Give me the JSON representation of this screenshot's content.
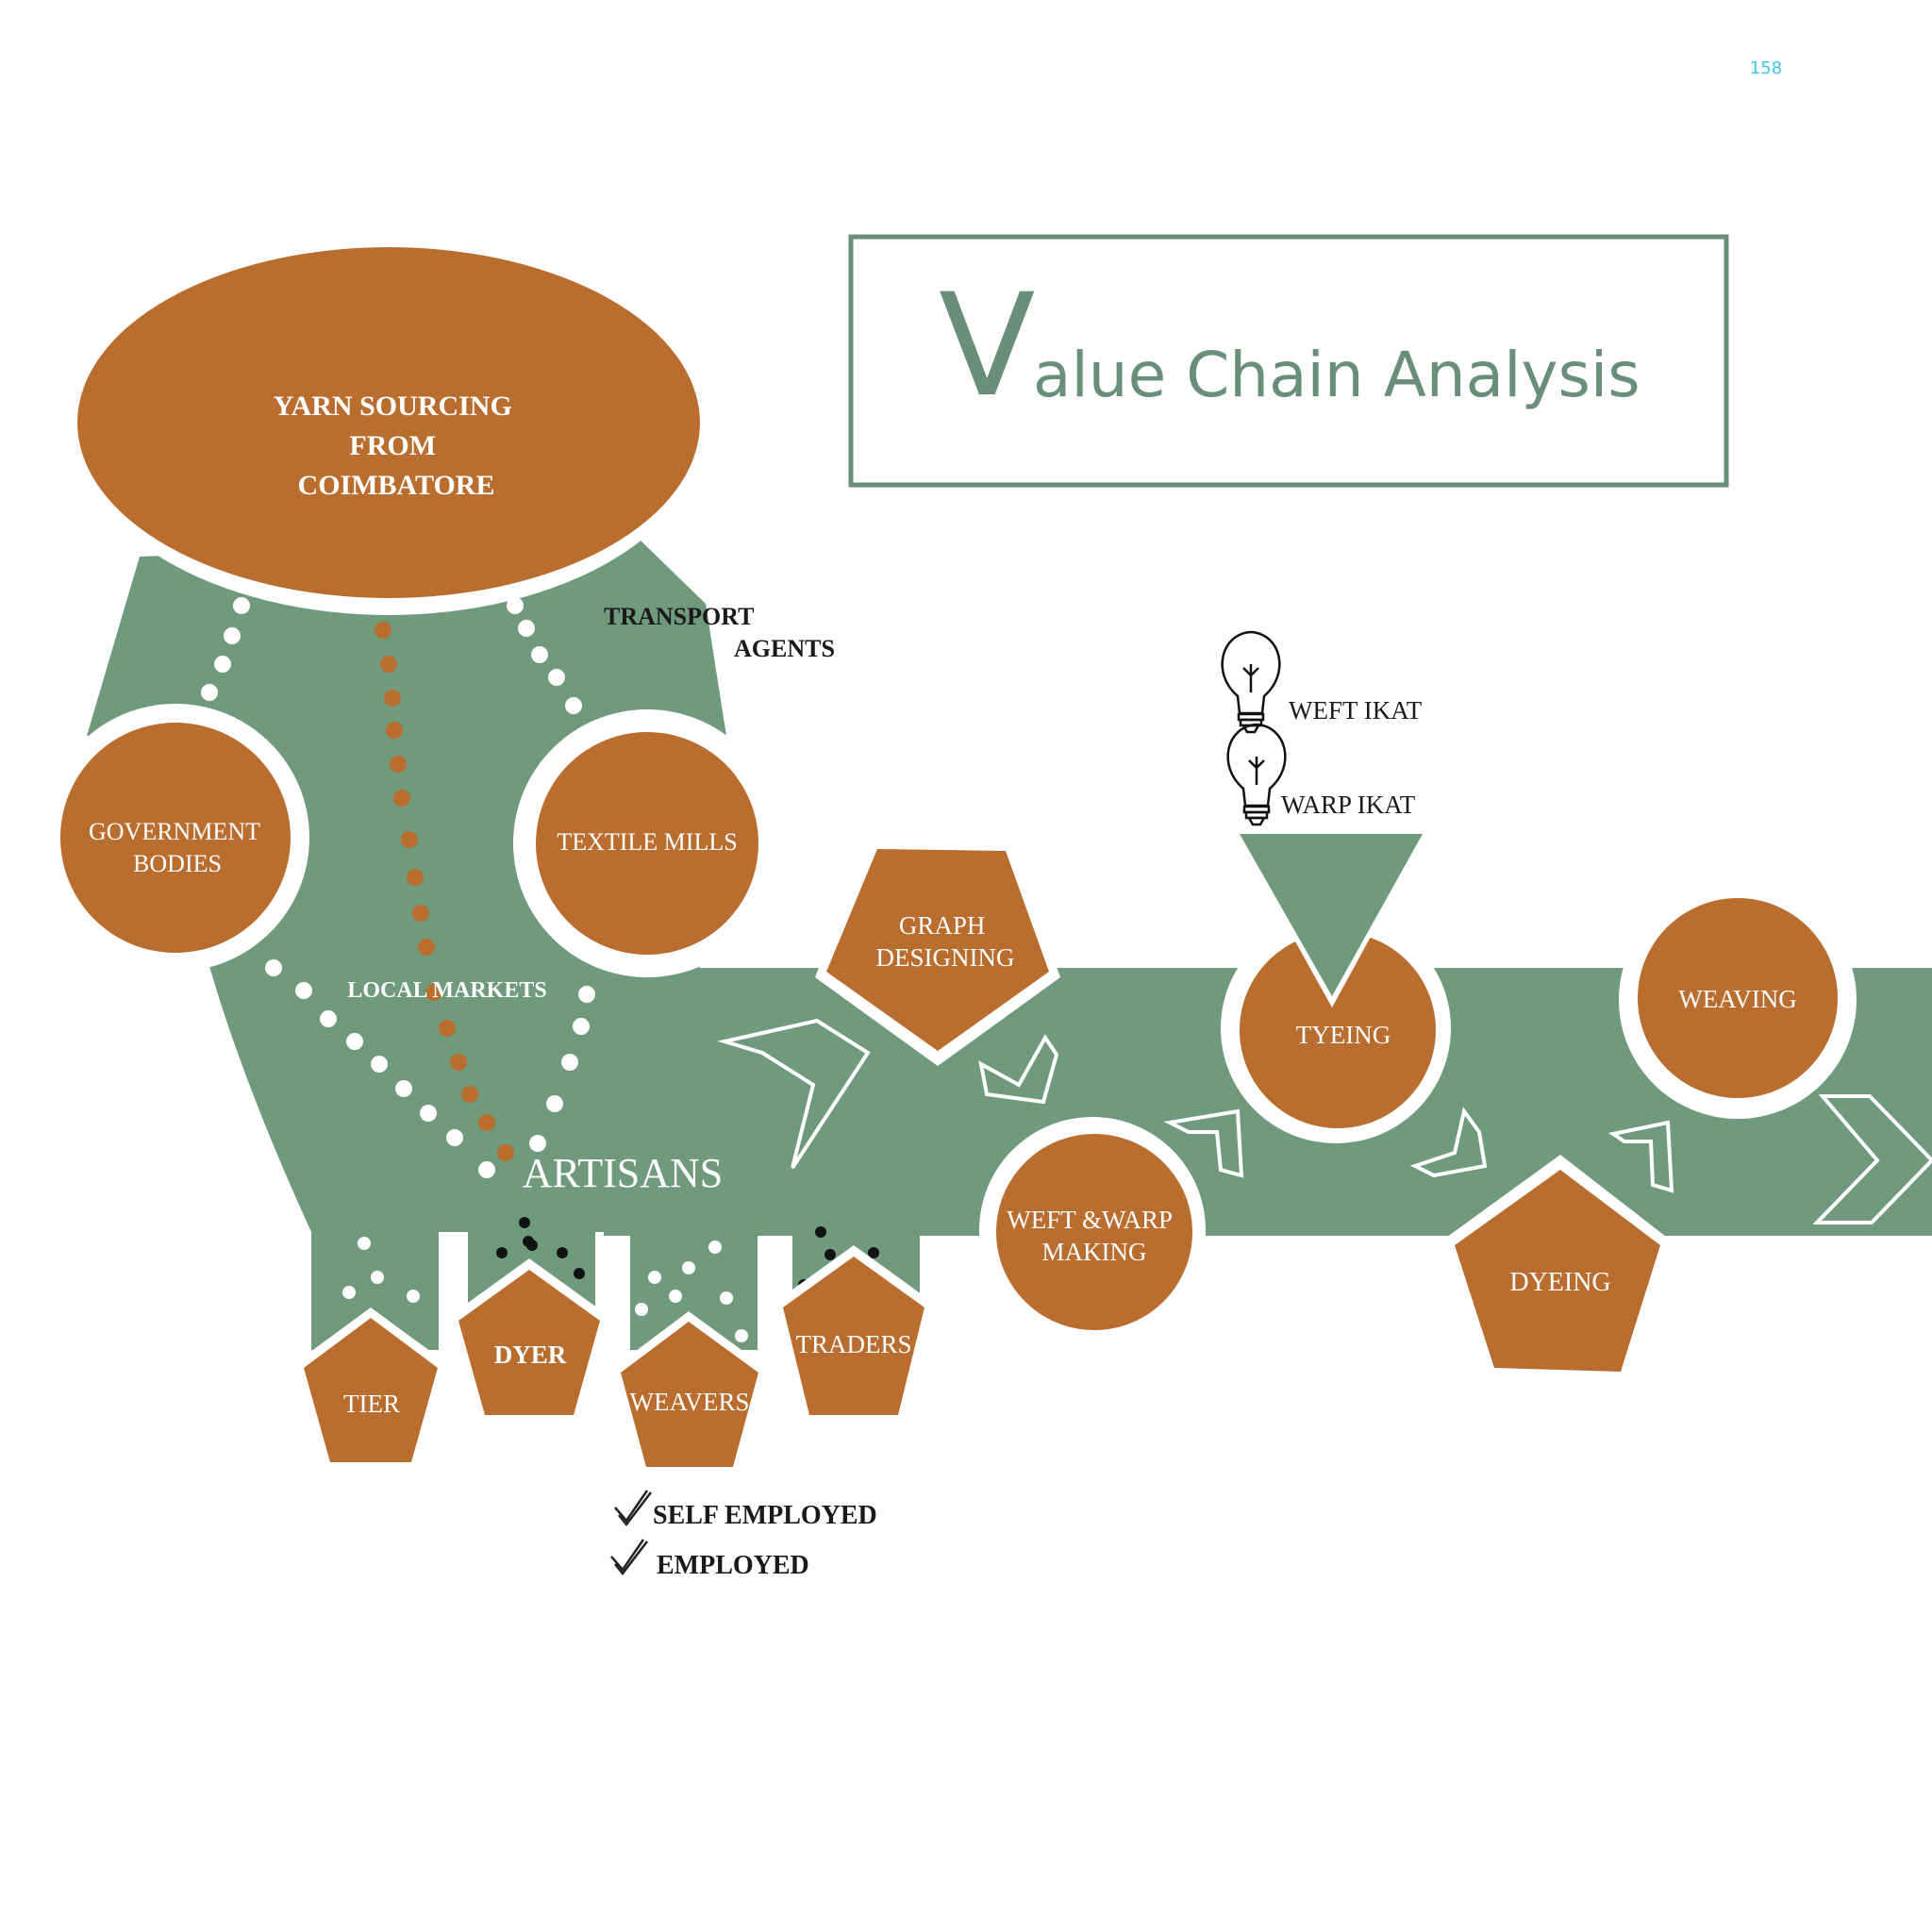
{
  "page_number": "158",
  "title": {
    "initial": "V",
    "rest": "alue Chain Analysis"
  },
  "source": {
    "lines": [
      "YARN SOURCING",
      "FROM",
      "COIMBATORE"
    ]
  },
  "transport": {
    "line1": "TRANSPORT",
    "line2": "AGENTS"
  },
  "nodes": {
    "government": [
      "GOVERNMENT",
      "BODIES"
    ],
    "textile_mills": [
      "TEXTILE MILLS"
    ],
    "local_markets": "LOCAL MARKETS",
    "artisans": "ARTISANS",
    "tier": "TIER",
    "dyer": "DYER",
    "weavers": "WEAVERS",
    "traders": "TRADERS",
    "graph_designing": [
      "GRAPH",
      "DESIGNING"
    ],
    "weft_warp_making": [
      "WEFT &WARP",
      "MAKING"
    ],
    "tyeing": "TYEING",
    "dyeing": "DYEING",
    "weaving": "WEAVING"
  },
  "ikat": {
    "weft": "WEFT IKAT",
    "warp": "WARP IKAT"
  },
  "employment": {
    "self_employed": "SELF EMPLOYED",
    "employed": "EMPLOYED"
  },
  "colors": {
    "green": "#6f9a7c",
    "orange": "#b96d2f",
    "title_green": "#6a8f78",
    "white": "#ffffff",
    "page_number": "#3ec7e6"
  }
}
